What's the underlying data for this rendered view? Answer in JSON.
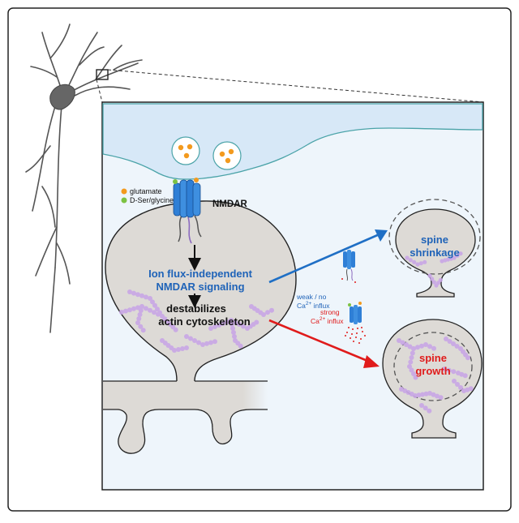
{
  "legend": {
    "glutamate": "glutamate",
    "dser_glycine": "D-Ser/glycine",
    "glutamate_color": "#f39a1e",
    "dser_glycine_color": "#7cc242"
  },
  "receptor_label": "NMDAR",
  "signaling": {
    "line1": "Ion flux-independent",
    "line2": "NMDAR signaling"
  },
  "effect": {
    "line1": "destabilizes",
    "line2": "actin cytoskeleton"
  },
  "weak_branch": {
    "line1": "weak / no",
    "line2_prefix": "Ca",
    "line2_sup": "2+",
    "line2_suffix": " influx",
    "result_line1": "spine",
    "result_line2": "shrinkage",
    "color": "#1f6fc5"
  },
  "strong_branch": {
    "line1": "strong",
    "line2_prefix": "Ca",
    "line2_sup": "2+",
    "line2_suffix": " influx",
    "result_line1": "spine",
    "result_line2": "growth",
    "color": "#e01b1b"
  },
  "colors": {
    "panel_bg": "#eef5fb",
    "axon_fill": "#d7e8f7",
    "axon_stroke": "#4aa3a8",
    "spine_fill": "#dddad6",
    "spine_stroke": "#222222",
    "actin": "#c9a6e6",
    "receptor": "#2f7fd6",
    "neuron": "#6b6b6b"
  }
}
